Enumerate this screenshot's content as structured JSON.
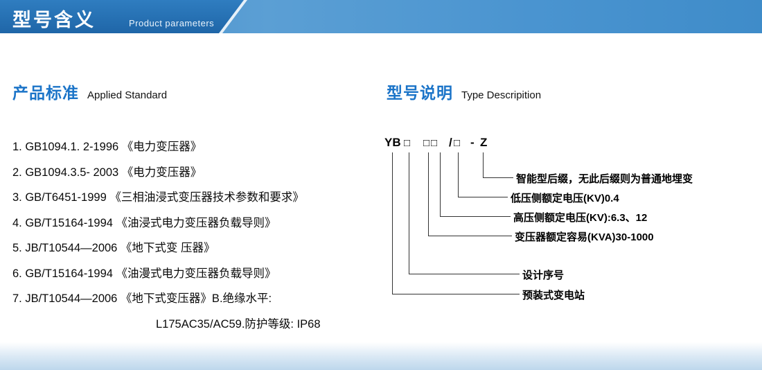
{
  "header": {
    "title": "型号含义",
    "subtitle": "Product parameters"
  },
  "left": {
    "heading": "产品标准",
    "heading_en": "Applied Standard",
    "items": [
      "1. GB1094.1. 2-1996 《电力变压器》",
      "2. GB1094.3.5- 2003 《电力变压器》",
      "3. GB/T6451-1999    《三相油浸式变压器技术参数和要求》",
      "4. GB/T15164-1994 《油浸式电力变压器负载导则》",
      "5. JB/T10544—2006 《地下式变 压器》",
      "6. GB/T15164-1994 《油漫式电力变压器负载导则》",
      "7. JB/T10544—2006 《地下式变压器》B.绝缘水平:"
    ],
    "continuation": "L175AC35/AC59.防护等级: IP68"
  },
  "right": {
    "heading": "型号说明",
    "heading_en": "Type Descripition",
    "code": {
      "prefix": "YB",
      "box1": "□",
      "box2": "□□",
      "slash": "/",
      "box3": "□",
      "dash": "-",
      "suffix": "Z"
    },
    "labels": [
      "智能型后缀，无此后缀则为普通地埋变",
      "低压侧额定电压(KV)0.4",
      "高压侧额定电压(KV):6.3、12",
      "变压器额定容易(KVA)30-1000",
      "设计序号",
      "预装式变电站"
    ]
  },
  "colors": {
    "header_blue_dark": "#1f66a8",
    "header_blue_light": "#5b9fd4",
    "accent_blue": "#1b74c8",
    "footer_blue": "#bdd7ec",
    "text": "#0a0a0a"
  }
}
